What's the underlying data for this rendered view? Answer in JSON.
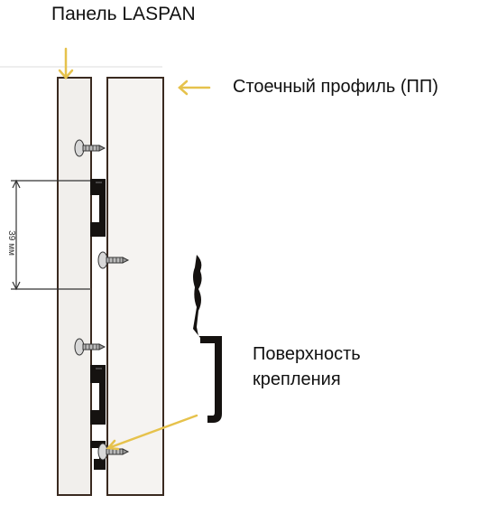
{
  "labels": {
    "panel": "Панель LASPAN",
    "profile": "Стоечный профиль (ПП)",
    "surface_line1": "Поверхность",
    "surface_line2": "крепления",
    "dimension": "39 мм"
  },
  "colors": {
    "panel_fill": "#f1efec",
    "profile_fill": "#f5f3f1",
    "outline": "#3a2a20",
    "clip": "#151210",
    "arrow": "#e6c24c",
    "text": "#111111"
  }
}
